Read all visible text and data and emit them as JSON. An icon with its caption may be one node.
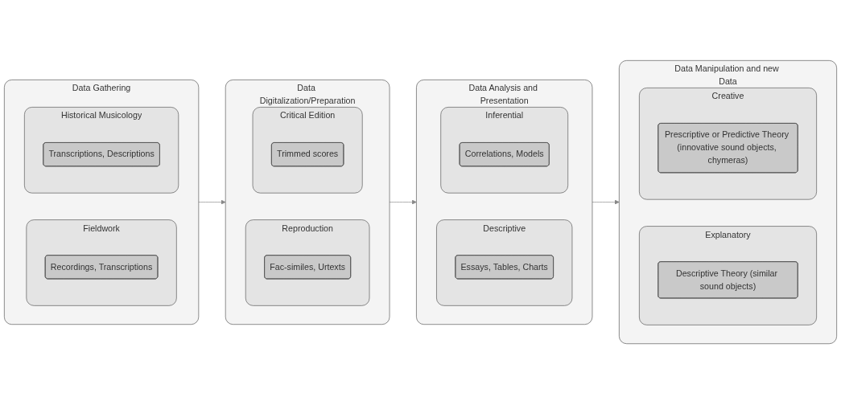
{
  "diagram": {
    "nodes": [
      {
        "text": [
          "Data Gathering"
        ]
      },
      {
        "text": [
          "Fieldwork"
        ],
        "in": 0
      },
      {
        "text": [
          "Recordings, Transcriptions"
        ],
        "in": 1
      },
      {
        "text": [
          "Historical Musicology"
        ],
        "in": 0
      },
      {
        "text": [
          "Transcriptions, Descriptions"
        ],
        "in": 3
      },
      {
        "text": [
          "Data Digitalization/Preparation"
        ]
      },
      {
        "text": [
          "Reproduction"
        ],
        "in": 5
      },
      {
        "text": [
          "Fac-similes, Urtexts"
        ],
        "in": 6
      },
      {
        "text": [
          "Critical Edition"
        ],
        "in": 5
      },
      {
        "text": [
          "Trimmed scores"
        ],
        "in": 8
      },
      {
        "text": [
          "Data Analysis and Presentation"
        ]
      },
      {
        "text": [
          "Descriptive"
        ],
        "in": 10
      },
      {
        "text": [
          "Essays, Tables, Charts"
        ],
        "in": 11
      },
      {
        "text": [
          "Inferential"
        ],
        "in": 10
      },
      {
        "text": [
          "Correlations, Models"
        ],
        "in": 13
      },
      {
        "text": [
          "Data Manipulation and new Data"
        ]
      },
      {
        "text": [
          "Explanatory"
        ],
        "in": 15
      },
      {
        "text": [
          "Descriptive Theory (similar sound objects)"
        ],
        "in": 16
      },
      {
        "text": [
          "Creative"
        ],
        "in": 15
      },
      {
        "text": [
          "Prescriptive or Predictive Theory (innovative sound objects, chymeras)"
        ],
        "in": 18
      }
    ],
    "edges": [
      {
        "from": 0,
        "to": 5,
        "arrow": "to"
      },
      {
        "from": 5,
        "to": 10,
        "arrow": "to"
      },
      {
        "from": 10,
        "to": 15,
        "arrow": "to"
      }
    ]
  }
}
